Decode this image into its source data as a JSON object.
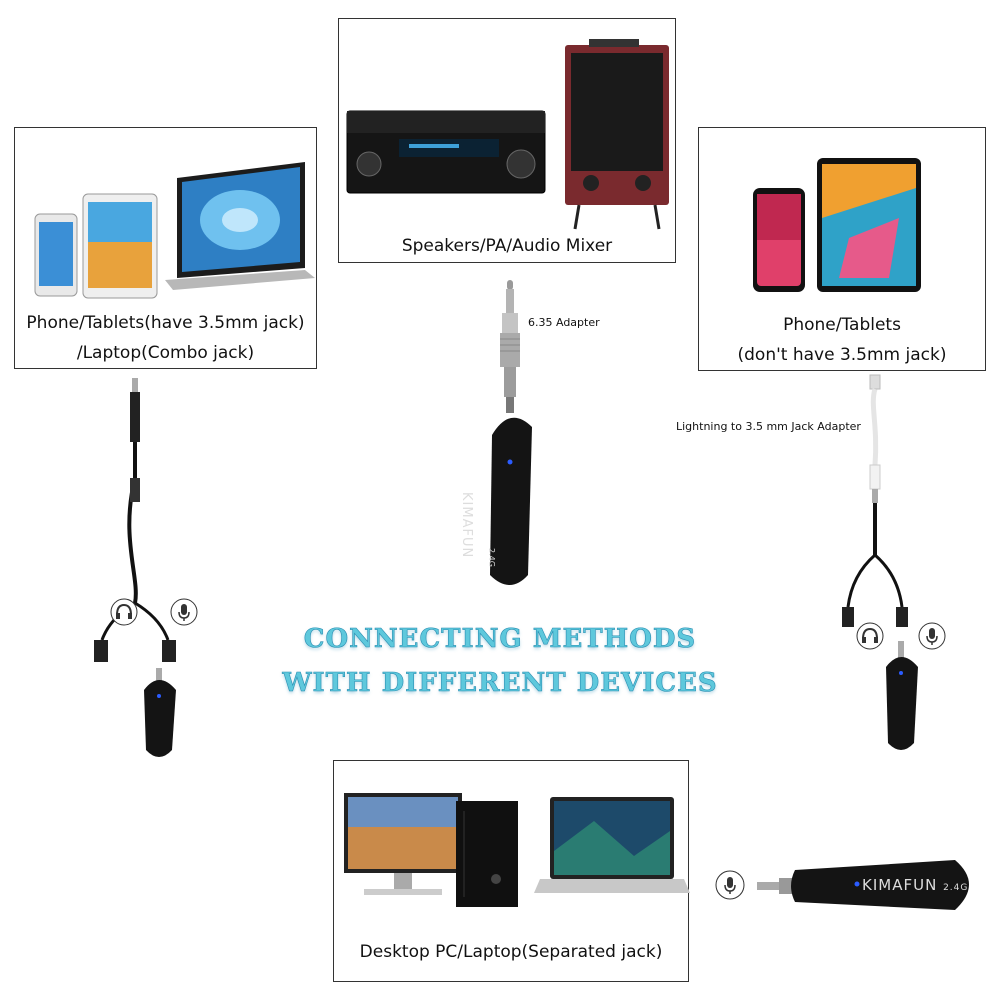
{
  "boxes": {
    "top_left": {
      "line1": "Phone/Tablets(have 3.5mm jack)",
      "line2": "/Laptop(Combo jack)"
    },
    "top_center": {
      "line1": "Speakers/PA/Audio Mixer"
    },
    "top_right": {
      "line1": "Phone/Tablets",
      "line2": "(don't have 3.5mm jack)"
    },
    "bottom_center": {
      "line1": "Desktop PC/Laptop(Separated jack)"
    }
  },
  "labels": {
    "adapter_635": "6.35 Adapter",
    "lightning_adapter": "Lightning to 3.5 mm Jack Adapter"
  },
  "title": {
    "line1": "CONNECTING METHODS",
    "line2": "WITH DIFFERENT DEVICES"
  },
  "device": {
    "brand": "KIMAFUN",
    "badge": "2.4G"
  },
  "colors": {
    "accent_title": "#5ec8dc",
    "device_body": "#111111",
    "led": "#2b5cff"
  }
}
